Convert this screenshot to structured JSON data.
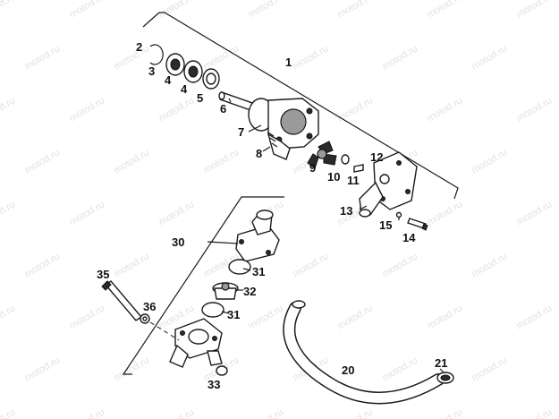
{
  "watermark": "motod.ru",
  "callouts": [
    {
      "id": "c1",
      "text": "1"
    },
    {
      "id": "c2",
      "text": "2"
    },
    {
      "id": "c3",
      "text": "3"
    },
    {
      "id": "c4a",
      "text": "4"
    },
    {
      "id": "c4b",
      "text": "4"
    },
    {
      "id": "c5",
      "text": "5"
    },
    {
      "id": "c6",
      "text": "6"
    },
    {
      "id": "c7",
      "text": "7"
    },
    {
      "id": "c8",
      "text": "8"
    },
    {
      "id": "c9",
      "text": "9"
    },
    {
      "id": "c10",
      "text": "10"
    },
    {
      "id": "c11",
      "text": "11"
    },
    {
      "id": "c12",
      "text": "12"
    },
    {
      "id": "c13",
      "text": "13"
    },
    {
      "id": "c14",
      "text": "14"
    },
    {
      "id": "c15",
      "text": "15"
    },
    {
      "id": "c20",
      "text": "20"
    },
    {
      "id": "c21",
      "text": "21"
    },
    {
      "id": "c30",
      "text": "30"
    },
    {
      "id": "c31a",
      "text": "31"
    },
    {
      "id": "c31b",
      "text": "31"
    },
    {
      "id": "c32",
      "text": "32"
    },
    {
      "id": "c33",
      "text": "33"
    },
    {
      "id": "c35",
      "text": "35"
    },
    {
      "id": "c36",
      "text": "36"
    }
  ]
}
